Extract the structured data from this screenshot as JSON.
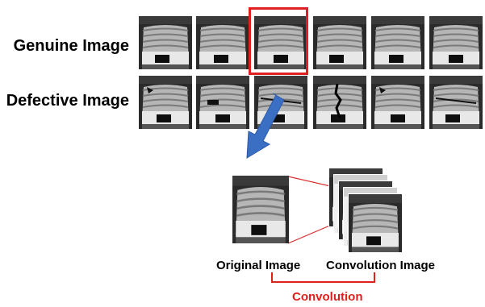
{
  "rows": {
    "genuine_label": "Genuine Image",
    "defective_label": "Defective Image"
  },
  "captions": {
    "original": "Original Image",
    "convolution_image": "Convolution Image",
    "convolution": "Convolution"
  },
  "colors": {
    "highlight": "#e02020",
    "arrow": "#3a6fc4",
    "bracket": "#e0201a"
  }
}
